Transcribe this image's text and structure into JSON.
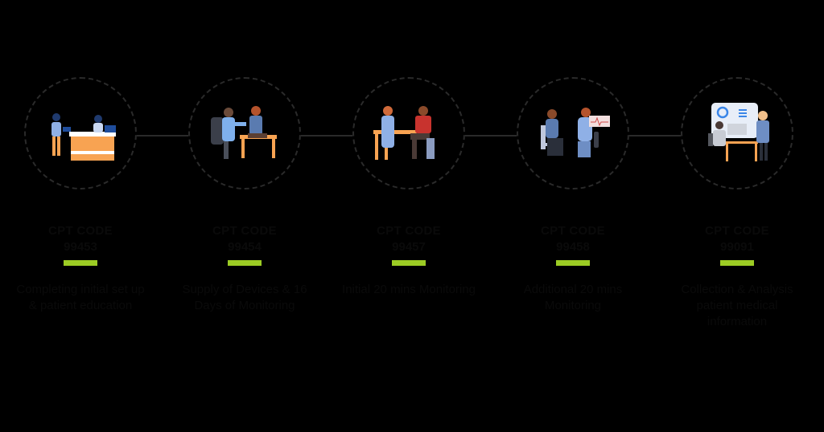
{
  "colors": {
    "background": "#000000",
    "accent_bar": "#9ccc24",
    "text": "#0a0a0a",
    "circle_border": "#2a2a2a"
  },
  "steps": [
    {
      "label": "CPT CODE",
      "code": "99453",
      "description": "Completing initial set up & patient education",
      "illustration": "reception-desk-illustration"
    },
    {
      "label": "CPT CODE",
      "code": "99454",
      "description": "Supply of Devices & 16 Days of Monitoring",
      "illustration": "doctor-stethoscope-illustration"
    },
    {
      "label": "CPT CODE",
      "code": "99457",
      "description": "Initial 20 mins Monitoring",
      "illustration": "blood-pressure-check-illustration"
    },
    {
      "label": "CPT CODE",
      "code": "99458",
      "description": "Additional 20 mins Monitoring",
      "illustration": "ecg-review-illustration"
    },
    {
      "label": "CPT CODE",
      "code": "99091",
      "description": "Collection & Analysis patient medical information",
      "illustration": "data-analysis-illustration"
    }
  ]
}
